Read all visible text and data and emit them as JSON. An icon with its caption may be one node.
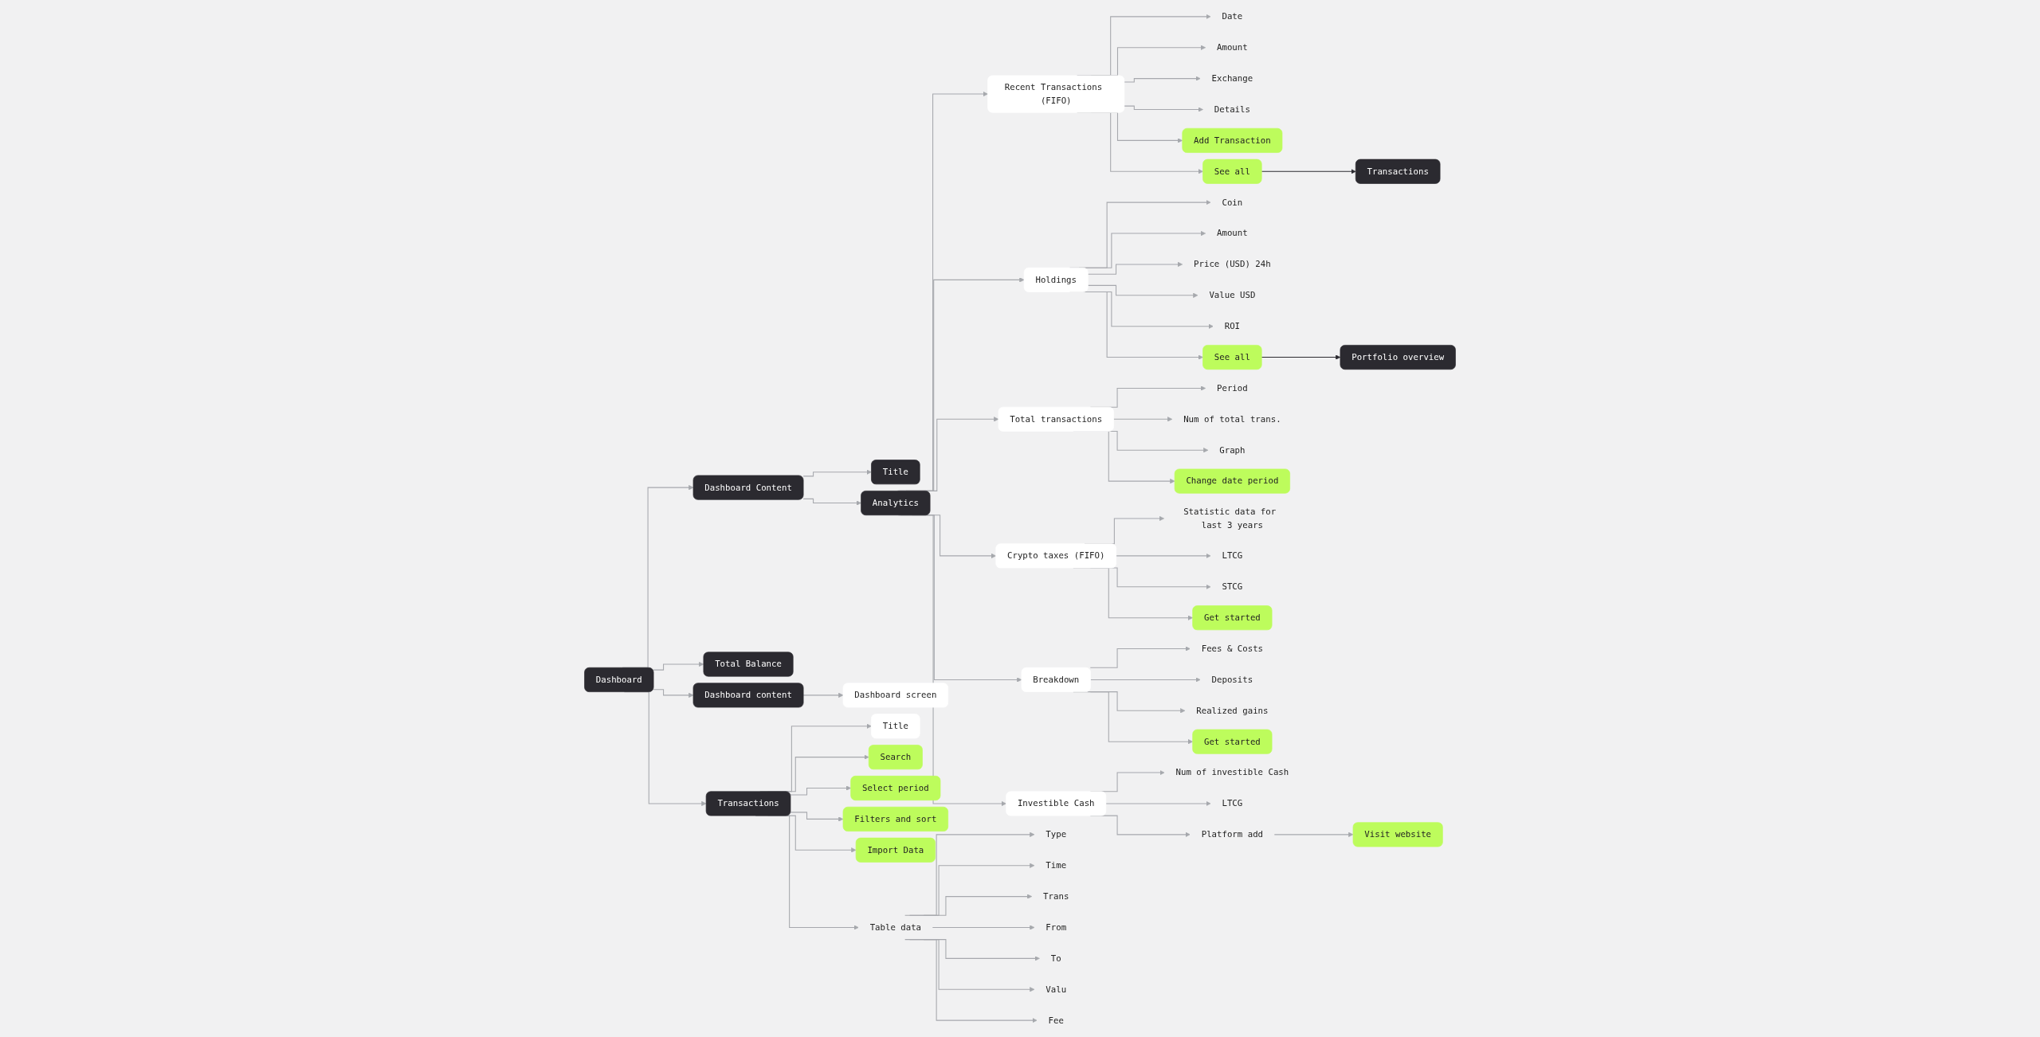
{
  "diagram": {
    "nodes": [
      {
        "text": [
          "Dashboard"
        ]
      },
      {
        "text": [
          "Dashboard Content"
        ]
      },
      {
        "text": [
          "Total Balance"
        ]
      },
      {
        "text": [
          "Dashboard content"
        ]
      },
      {
        "text": [
          "Transactions"
        ]
      },
      {
        "text": [
          "Title"
        ]
      },
      {
        "text": [
          "Analytics"
        ]
      },
      {
        "text": [
          "Dashboard screen"
        ]
      },
      {
        "text": [
          "Title"
        ]
      },
      {
        "text": [
          "Search"
        ]
      },
      {
        "text": [
          "Select period"
        ]
      },
      {
        "text": [
          "Filters and sort"
        ]
      },
      {
        "text": [
          "Import Data"
        ]
      },
      {
        "text": [
          "Table data"
        ]
      },
      {
        "text": [
          "Type"
        ]
      },
      {
        "text": [
          "Time"
        ]
      },
      {
        "text": [
          "Trans"
        ]
      },
      {
        "text": [
          "From"
        ]
      },
      {
        "text": [
          "To"
        ]
      },
      {
        "text": [
          "Valu"
        ]
      },
      {
        "text": [
          "Fee"
        ]
      },
      {
        "text": [
          "Recent Transactions (FIFO)"
        ]
      },
      {
        "text": [
          "Date"
        ]
      },
      {
        "text": [
          "Amount"
        ]
      },
      {
        "text": [
          "Exchange"
        ]
      },
      {
        "text": [
          "Details"
        ]
      },
      {
        "text": [
          "Add Transaction"
        ]
      },
      {
        "text": [
          "See all"
        ]
      },
      {
        "text": [
          "Transactions"
        ]
      },
      {
        "text": [
          "Holdings"
        ]
      },
      {
        "text": [
          "Coin"
        ]
      },
      {
        "text": [
          "Amount"
        ]
      },
      {
        "text": [
          "Price (USD) 24h"
        ]
      },
      {
        "text": [
          "Value USD"
        ]
      },
      {
        "text": [
          "ROI"
        ]
      },
      {
        "text": [
          "See all"
        ]
      },
      {
        "text": [
          "Portfolio overview"
        ]
      },
      {
        "text": [
          "Total transactions"
        ]
      },
      {
        "text": [
          "Period"
        ]
      },
      {
        "text": [
          "Num of total trans."
        ]
      },
      {
        "text": [
          "Graph"
        ]
      },
      {
        "text": [
          "Change date period"
        ]
      },
      {
        "text": [
          "Crypto taxes (FIFO)"
        ]
      },
      {
        "text": [
          "Statistic data for last 3 years"
        ]
      },
      {
        "text": [
          "LTCG"
        ]
      },
      {
        "text": [
          "STCG"
        ]
      },
      {
        "text": [
          "Get started"
        ]
      },
      {
        "text": [
          "Breakdown"
        ]
      },
      {
        "text": [
          "Fees & Costs"
        ]
      },
      {
        "text": [
          "Deposits"
        ]
      },
      {
        "text": [
          "Realized gains"
        ]
      },
      {
        "text": [
          "Get started"
        ]
      },
      {
        "text": [
          "Investible Cash"
        ]
      },
      {
        "text": [
          "Num of investible Cash"
        ]
      },
      {
        "text": [
          "LTCG"
        ]
      },
      {
        "text": [
          "Platform add"
        ]
      },
      {
        "text": [
          "Visit website"
        ]
      }
    ],
    "edges": [
      {
        "from": 0,
        "to": 1,
        "arrow": "to"
      },
      {
        "from": 0,
        "to": 2,
        "arrow": "to"
      },
      {
        "from": 0,
        "to": 3,
        "arrow": "to"
      },
      {
        "from": 0,
        "to": 4,
        "arrow": "to"
      },
      {
        "from": 1,
        "to": 5,
        "arrow": "to"
      },
      {
        "from": 1,
        "to": 6,
        "arrow": "to"
      },
      {
        "from": 3,
        "to": 7,
        "arrow": "to"
      },
      {
        "from": 4,
        "to": 8,
        "arrow": "to"
      },
      {
        "from": 4,
        "to": 9,
        "arrow": "to"
      },
      {
        "from": 4,
        "to": 10,
        "arrow": "to"
      },
      {
        "from": 4,
        "to": 11,
        "arrow": "to"
      },
      {
        "from": 4,
        "to": 12,
        "arrow": "to"
      },
      {
        "from": 4,
        "to": 13,
        "arrow": "to"
      },
      {
        "from": 13,
        "to": 14,
        "arrow": "to"
      },
      {
        "from": 13,
        "to": 15,
        "arrow": "to"
      },
      {
        "from": 13,
        "to": 16,
        "arrow": "to"
      },
      {
        "from": 13,
        "to": 17,
        "arrow": "to"
      },
      {
        "from": 13,
        "to": 18,
        "arrow": "to"
      },
      {
        "from": 13,
        "to": 19,
        "arrow": "to"
      },
      {
        "from": 13,
        "to": 20,
        "arrow": "to"
      },
      {
        "from": 6,
        "to": 21,
        "arrow": "to"
      },
      {
        "from": 21,
        "to": 22,
        "arrow": "to"
      },
      {
        "from": 21,
        "to": 23,
        "arrow": "to"
      },
      {
        "from": 21,
        "to": 24,
        "arrow": "to"
      },
      {
        "from": 21,
        "to": 25,
        "arrow": "to"
      },
      {
        "from": 21,
        "to": 26,
        "arrow": "to"
      },
      {
        "from": 21,
        "to": 27,
        "arrow": "to"
      },
      {
        "from": 27,
        "to": 28,
        "arrow": "to",
        "color": "#2b2a30"
      },
      {
        "from": 6,
        "to": 29,
        "arrow": "to"
      },
      {
        "from": 29,
        "to": 30,
        "arrow": "to"
      },
      {
        "from": 29,
        "to": 31,
        "arrow": "to"
      },
      {
        "from": 29,
        "to": 32,
        "arrow": "to"
      },
      {
        "from": 29,
        "to": 33,
        "arrow": "to"
      },
      {
        "from": 29,
        "to": 34,
        "arrow": "to"
      },
      {
        "from": 29,
        "to": 35,
        "arrow": "to"
      },
      {
        "from": 35,
        "to": 36,
        "arrow": "to",
        "color": "#2b2a30"
      },
      {
        "from": 6,
        "to": 37,
        "arrow": "to"
      },
      {
        "from": 37,
        "to": 38,
        "arrow": "to"
      },
      {
        "from": 37,
        "to": 39,
        "arrow": "to"
      },
      {
        "from": 37,
        "to": 40,
        "arrow": "to"
      },
      {
        "from": 37,
        "to": 41,
        "arrow": "to"
      },
      {
        "from": 6,
        "to": 42,
        "arrow": "to"
      },
      {
        "from": 42,
        "to": 43,
        "arrow": "to"
      },
      {
        "from": 42,
        "to": 44,
        "arrow": "to"
      },
      {
        "from": 42,
        "to": 45,
        "arrow": "to"
      },
      {
        "from": 42,
        "to": 46,
        "arrow": "to"
      },
      {
        "from": 6,
        "to": 47,
        "arrow": "to"
      },
      {
        "from": 47,
        "to": 48,
        "arrow": "to"
      },
      {
        "from": 47,
        "to": 49,
        "arrow": "to"
      },
      {
        "from": 47,
        "to": 50,
        "arrow": "to"
      },
      {
        "from": 47,
        "to": 51,
        "arrow": "to"
      },
      {
        "from": 6,
        "to": 52,
        "arrow": "to"
      },
      {
        "from": 52,
        "to": 53,
        "arrow": "to"
      },
      {
        "from": 52,
        "to": 54,
        "arrow": "to"
      },
      {
        "from": 52,
        "to": 55,
        "arrow": "to"
      },
      {
        "from": 55,
        "to": 56,
        "arrow": "to"
      }
    ]
  }
}
